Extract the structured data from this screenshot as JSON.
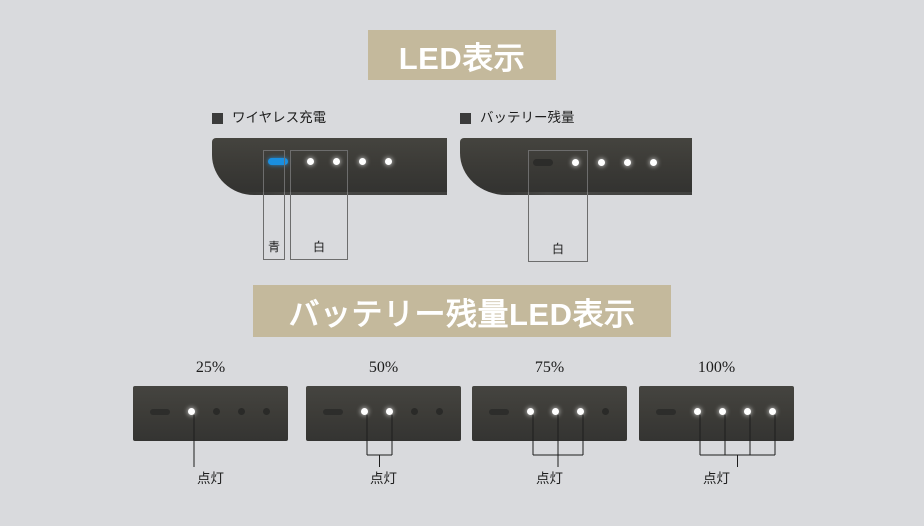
{
  "banners": {
    "led_display": "LED表示",
    "battery_led_display": "バッテリー残量LED表示"
  },
  "top_section": {
    "groups": [
      {
        "title": "ワイヤレス充電",
        "bullet_icon": "square-bullet-icon",
        "bar_led_state": "on",
        "bar_led_color": "#1a8fe0",
        "dot_leds": [
          "on",
          "on",
          "on",
          "on"
        ],
        "callouts": [
          {
            "label": "青",
            "target": "bar-led"
          },
          {
            "label": "白",
            "target": "dot-leds"
          }
        ]
      },
      {
        "title": "バッテリー残量",
        "bullet_icon": "square-bullet-icon",
        "bar_led_state": "off",
        "bar_led_color": "#2c2c2a",
        "dot_leds": [
          "on",
          "on",
          "on",
          "on"
        ],
        "callouts": [
          {
            "label": "白",
            "target": "dot-leds"
          }
        ]
      }
    ]
  },
  "battery_levels": {
    "caption": "点灯",
    "panels": [
      {
        "percent": "25%",
        "lit_count": 1,
        "dot_leds": [
          "on",
          "off",
          "off",
          "off"
        ]
      },
      {
        "percent": "50%",
        "lit_count": 2,
        "dot_leds": [
          "on",
          "on",
          "off",
          "off"
        ]
      },
      {
        "percent": "75%",
        "lit_count": 3,
        "dot_leds": [
          "on",
          "on",
          "on",
          "off"
        ]
      },
      {
        "percent": "100%",
        "lit_count": 4,
        "dot_leds": [
          "on",
          "on",
          "on",
          "on"
        ]
      }
    ]
  },
  "colors": {
    "background": "#d9dadd",
    "banner": "#c4b99c",
    "banner_text": "#ffffff",
    "device_body": "#3d3c38",
    "led_on_white": "#ffffff",
    "led_on_blue": "#1a8fe0",
    "led_off": "#2a2a28",
    "text": "#1d1d1d"
  }
}
